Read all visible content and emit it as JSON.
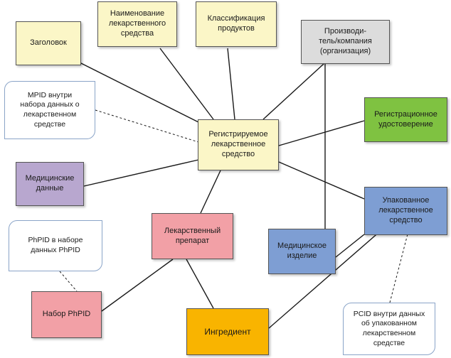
{
  "nodes": {
    "header": "Заголовок",
    "drug_name": "Наименование\nлекарственного\nсредства",
    "product_class": "Классификация\nпродуктов",
    "manufacturer": "Производи-\nтель/компания\n(организация)",
    "reg_certificate": "Регистрационное\nудостоверение",
    "registered_drug": "Регистрируемое\nлекарственное\nсредство",
    "medical_data": "Медицинские\nданные",
    "medicinal_product": "Лекарственный\nпрепарат",
    "packaged_drug": "Упакованное\nлекарственное\nсредство",
    "medical_device": "Медицинское\nизделие",
    "phpid_set": "Набор PhPID",
    "ingredient": "Ингредиент"
  },
  "notes": {
    "mpid": "MPID внутри\nнабора данных о\nлекарственном\nсредстве",
    "phpid": "PhPID в наборе\nданных PhPID",
    "pcid": "PCID внутри данных\nоб упакованном\nлекарственном\nсредстве"
  },
  "colors": {
    "yellow": "#fbf6c7",
    "gray": "#dcdcdc",
    "green": "#7fc241",
    "purple": "#b8a7cf",
    "pink": "#f2a0a6",
    "blue": "#7e9ed3",
    "orange": "#f9b400",
    "line": "#1a1a1a",
    "note_border": "#8aa4c8"
  }
}
